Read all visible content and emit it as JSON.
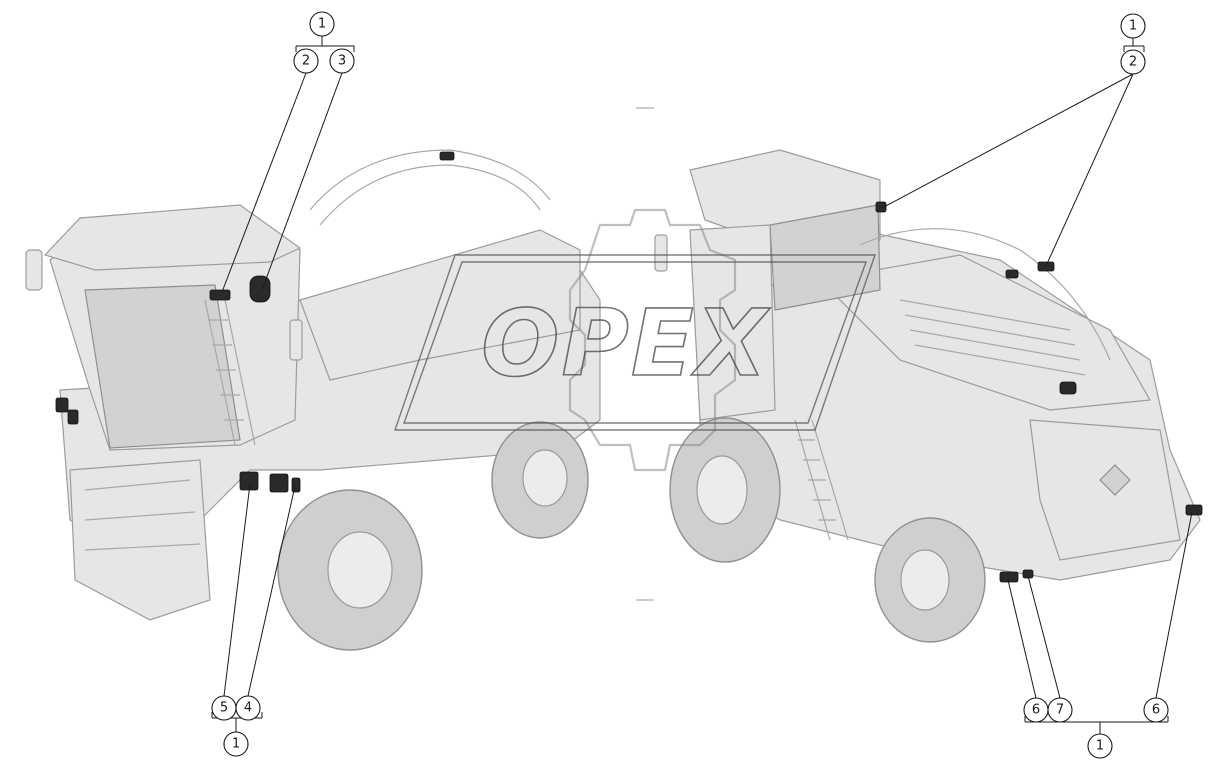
{
  "watermark": {
    "brand": "OPEX"
  },
  "left_machine": {
    "callouts": {
      "top_group": "1",
      "top_left": "2",
      "top_right": "3",
      "bottom_left": "5",
      "bottom_right": "4",
      "bottom_group": "1"
    }
  },
  "right_machine": {
    "callouts": {
      "top_group": "1",
      "top_item": "2",
      "bottom_a": "6",
      "bottom_b": "7",
      "bottom_c": "6",
      "bottom_group": "1"
    }
  },
  "colors": {
    "line": "#1a1a1a",
    "machine_fill": "#e6e6e6",
    "parts": "#2a2a2a"
  }
}
